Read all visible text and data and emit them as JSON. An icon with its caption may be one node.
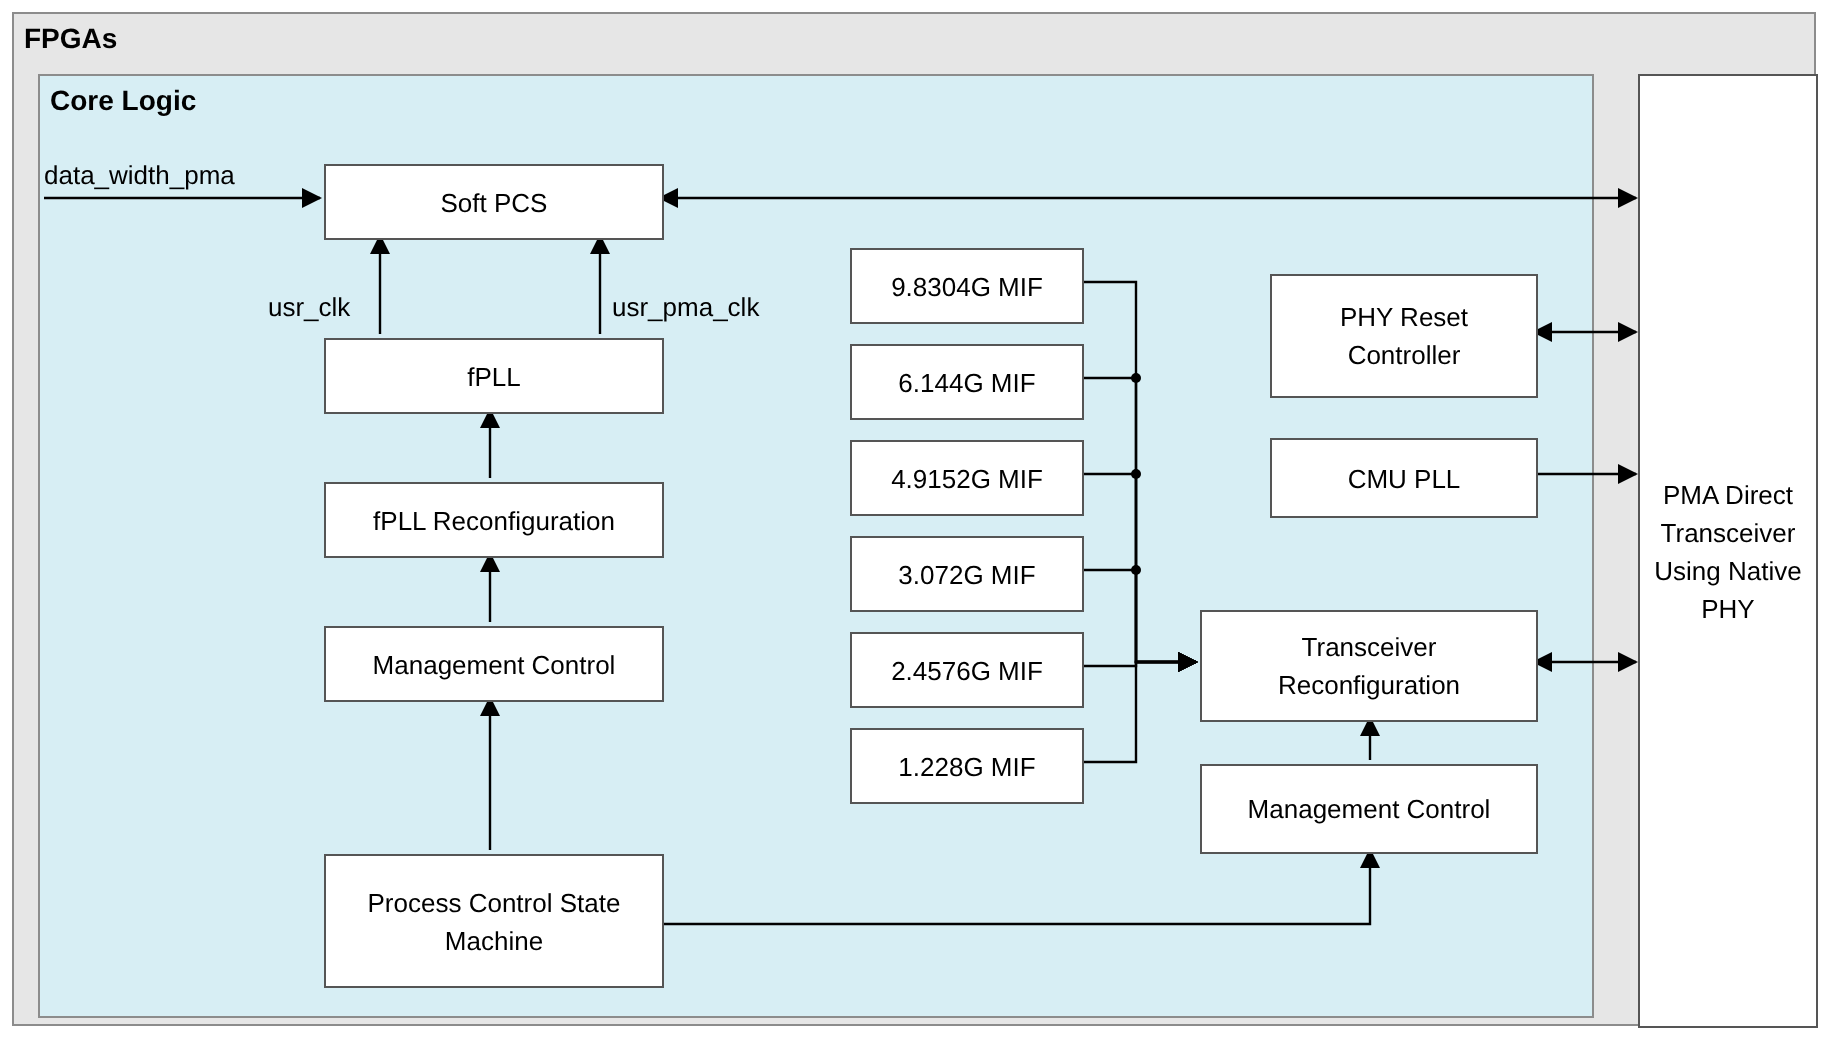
{
  "diagram": {
    "nodes": [
      {
        "text": [
          "FPGAs"
        ]
      },
      {
        "text": [
          "Core Logic"
        ],
        "in": 0
      },
      {
        "text": [
          "Soft PCS"
        ],
        "in": 1
      },
      {
        "text": [
          "fPLL"
        ],
        "in": 1
      },
      {
        "text": [
          "fPLL Reconfiguration"
        ],
        "in": 1
      },
      {
        "text": [
          "Management Control"
        ],
        "in": 1
      },
      {
        "text": [
          "Process Control State Machine"
        ],
        "in": 1
      },
      {
        "text": [
          "9.8304G MIF"
        ],
        "in": 1
      },
      {
        "text": [
          "6.144G MIF"
        ],
        "in": 1
      },
      {
        "text": [
          "4.9152G MIF"
        ],
        "in": 1
      },
      {
        "text": [
          "3.072G MIF"
        ],
        "in": 1
      },
      {
        "text": [
          "2.4576G MIF"
        ],
        "in": 1
      },
      {
        "text": [
          "1.228G MIF"
        ],
        "in": 1
      },
      {
        "text": [
          "PHY Reset Controller"
        ],
        "in": 1
      },
      {
        "text": [
          "CMU PLL"
        ],
        "in": 1
      },
      {
        "text": [
          "Transceiver Reconfiguration"
        ],
        "in": 1
      },
      {
        "text": [
          "Management Control"
        ],
        "in": 1
      },
      {
        "text": [
          "PMA Direct Transceiver Using Native PHY"
        ],
        "in": 0
      }
    ],
    "edges": [
      {
        "from": null,
        "to": 2,
        "arrow": "to",
        "label": "data_width_pma"
      },
      {
        "from": 3,
        "to": 2,
        "arrow": "to",
        "label": "usr_clk"
      },
      {
        "from": 3,
        "to": 2,
        "arrow": "to",
        "label": "usr_pma_clk"
      },
      {
        "from": 4,
        "to": 3,
        "arrow": "to"
      },
      {
        "from": 5,
        "to": 4,
        "arrow": "to"
      },
      {
        "from": 6,
        "to": 5,
        "arrow": "to"
      },
      {
        "from": 2,
        "to": 17,
        "arrow": "both"
      },
      {
        "from": 13,
        "to": 17,
        "arrow": "both"
      },
      {
        "from": 14,
        "to": 17,
        "arrow": "to"
      },
      {
        "from": 15,
        "to": 17,
        "arrow": "both"
      },
      {
        "from": 16,
        "to": 15,
        "arrow": "to"
      },
      {
        "from": 6,
        "to": 16,
        "arrow": "to"
      },
      {
        "from": 7,
        "to": 15,
        "arrow": "to"
      },
      {
        "from": 8,
        "to": 15,
        "arrow": "to"
      },
      {
        "from": 9,
        "to": 15,
        "arrow": "to"
      },
      {
        "from": 10,
        "to": 15,
        "arrow": "to"
      },
      {
        "from": 11,
        "to": 15,
        "arrow": "to"
      },
      {
        "from": 12,
        "to": 15,
        "arrow": "to"
      }
    ]
  }
}
